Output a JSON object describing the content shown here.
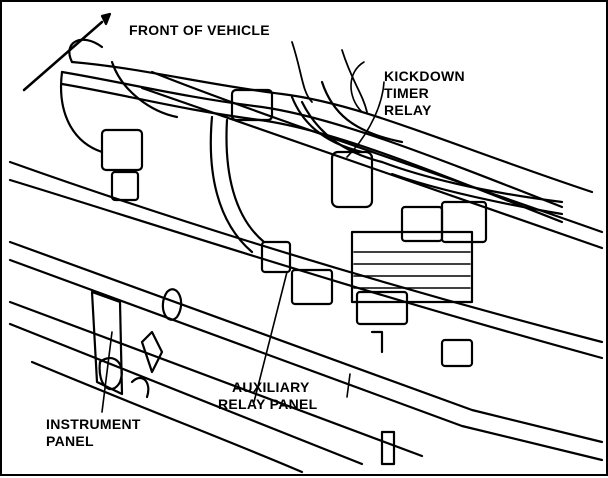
{
  "labels": {
    "front_of_vehicle": "FRONT OF VEHICLE",
    "kickdown": [
      "KICKDOWN",
      "TIMER",
      "RELAY"
    ],
    "auxiliary": [
      "AUXILIARY",
      "RELAY PANEL"
    ],
    "instrument": [
      "INSTRUMENT",
      "PANEL"
    ]
  }
}
